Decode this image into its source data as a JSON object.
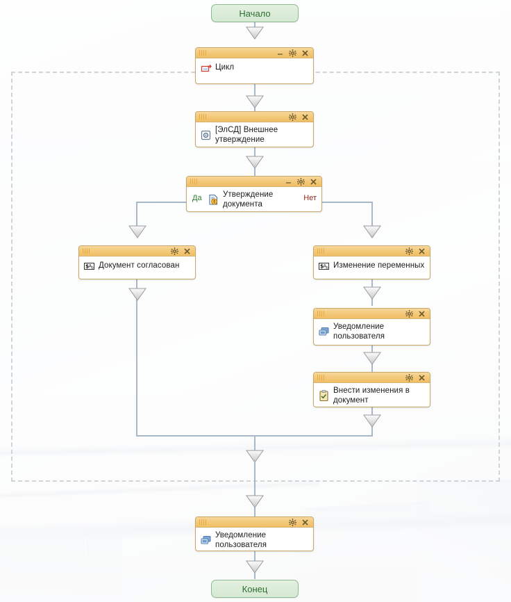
{
  "diagram": {
    "title": "Workflow process diagram",
    "colors": {
      "node_border": "#c8a86a",
      "node_titlebar": "#f3c877",
      "terminator_bg": "#d5e9d3",
      "terminator_border": "#8fb98f",
      "terminator_text": "#2f6d30",
      "connector": "#a9b8c9",
      "loop_border": "#cfd4d9",
      "branch_yes_text": "#2e7d32",
      "branch_no_text": "#8b2b20"
    },
    "terminators": [
      {
        "id": "start",
        "label": "Начало"
      },
      {
        "id": "end",
        "label": "Конец"
      }
    ],
    "loop_region": {
      "label": ""
    },
    "nodes": [
      {
        "id": "cycle",
        "label": "Цикл",
        "icon": "loop-icon",
        "controls": [
          "minimize",
          "settings",
          "close"
        ]
      },
      {
        "id": "external-approval",
        "label": "[ЭлСД] Внешнее утверждение",
        "icon": "external-approval-icon",
        "controls": [
          "settings",
          "close"
        ]
      },
      {
        "id": "document-approval",
        "label": "Утверждение документа",
        "icon": "document-approval-icon",
        "controls": [
          "minimize",
          "settings",
          "close"
        ],
        "branch_yes": "Да",
        "branch_no": "Нет"
      },
      {
        "id": "document-agreed",
        "label": "Документ согласован",
        "icon": "variable-icon",
        "controls": [
          "settings",
          "close"
        ]
      },
      {
        "id": "change-variables",
        "label": "Изменение переменных",
        "icon": "variable-icon",
        "controls": [
          "settings",
          "close"
        ]
      },
      {
        "id": "user-notification-branch",
        "label": "Уведомление пользователя",
        "icon": "notification-icon",
        "controls": [
          "settings",
          "close"
        ]
      },
      {
        "id": "make-changes",
        "label": "Внести изменения в документ",
        "icon": "task-icon",
        "controls": [
          "settings",
          "close"
        ]
      },
      {
        "id": "user-notification-final",
        "label": "Уведомление пользователя",
        "icon": "notification-icon",
        "controls": [
          "settings",
          "close"
        ]
      }
    ]
  }
}
